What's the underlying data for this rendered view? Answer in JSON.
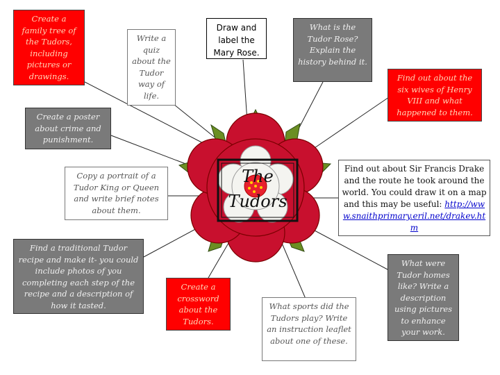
{
  "center": {
    "title": "The Tudors"
  },
  "tasks": {
    "family_tree": "Create a family tree of the Tudors, including pictures or drawings.",
    "quiz": "Write a quiz about the Tudor way of life.",
    "mary_rose": "Draw and label the Mary Rose.",
    "tudor_rose": "What is the Tudor Rose? Explain the history behind it.",
    "six_wives": "Find out about the six wives of Henry VIII and what happened to them.",
    "crime_poster": "Create a poster about crime and punishment.",
    "portrait": "Copy a portrait of a Tudor King or Queen and write brief notes about them.",
    "drake_text": "Find out about Sir Francis Drake and the route he took around the world.  You could draw it on a map and this may be useful:",
    "drake_link": "http://www.snaithprimary.eril.net/drakev.htm",
    "recipe": "Find a traditional Tudor recipe and make it- you could include photos of you completing each step of the recipe and a description of how it tasted.",
    "crossword": "Create a crossword about the Tudors.",
    "sports": "What sports did the Tudors play?  Write an instruction leaflet about one of these.",
    "homes": "What were Tudor homes like?  Write a description using pictures to enhance your work."
  },
  "colors": {
    "red": "#ff0000",
    "gray": "#7a7a7a",
    "rose_red": "#c8102e",
    "leaf_green": "#6b8e23"
  }
}
